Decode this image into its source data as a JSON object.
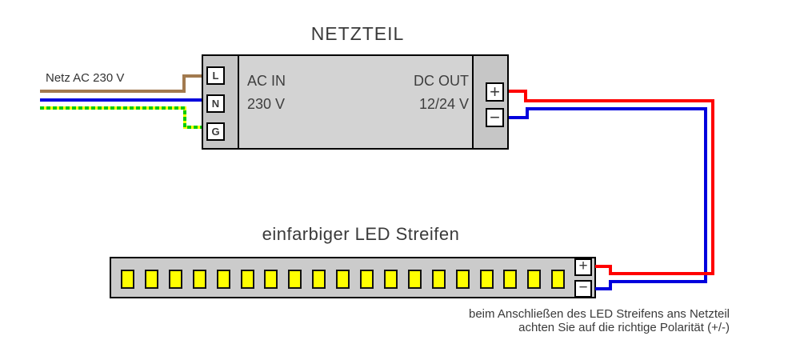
{
  "power_supply": {
    "title": "NETZTEIL",
    "ac_in_label": "AC IN",
    "ac_in_value": "230 V",
    "dc_out_label": "DC OUT",
    "dc_out_value": "12/24 V",
    "input_terminals": [
      "L",
      "N",
      "G"
    ],
    "output_terminals": [
      "+",
      "−"
    ]
  },
  "mains": {
    "label": "Netz AC 230 V"
  },
  "led_strip": {
    "title": "einfarbiger LED Streifen",
    "led_count": 19,
    "terminals": [
      "+",
      "−"
    ]
  },
  "note": {
    "line1": "beim Anschließen des LED Streifens ans Netzteil",
    "line2": "achten Sie auf die richtige Polarität (+/-)"
  },
  "colors": {
    "wire_live_brown": "#a27a4f",
    "wire_neutral_blue": "#0000dd",
    "wire_earth_green": "#00cc00",
    "wire_earth_yellow": "#ffff00",
    "wire_dc_plus_red": "#ff0000",
    "wire_dc_minus_blue": "#0000dd",
    "led_yellow": "#ffff00"
  }
}
